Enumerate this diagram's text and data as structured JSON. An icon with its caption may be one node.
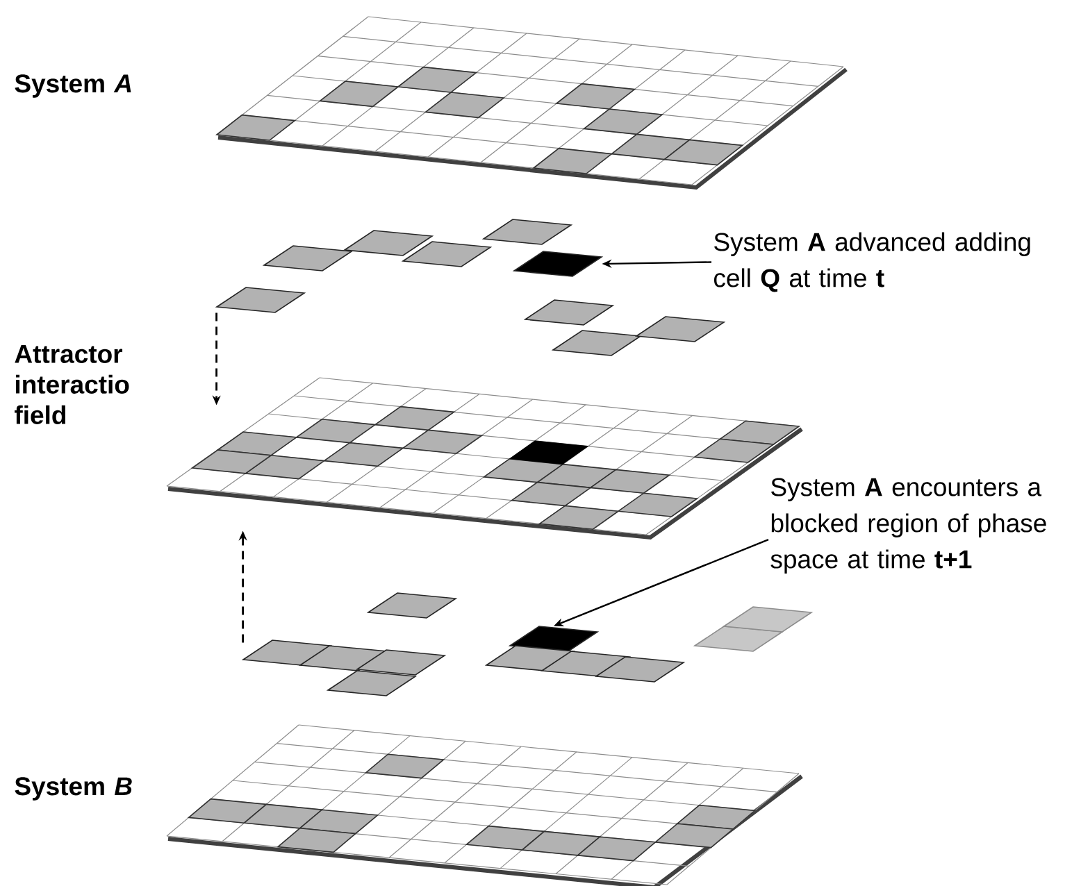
{
  "diagram": {
    "nodes": [
      {
        "text": [],
        "shape": "grid",
        "beside": [
          "System *A*"
        ]
      },
      {
        "text": [],
        "shape": "box"
      },
      {
        "text": [],
        "shape": "box"
      },
      {
        "text": [
          "System **A** advanced adding cell **Q** at time **t**"
        ]
      },
      {
        "text": [],
        "shape": "grid",
        "beside": [
          "Attractor interactio field"
        ]
      },
      {
        "text": [
          "System **A** encounters a blocked region of phase space at time **t+1**"
        ]
      },
      {
        "text": [],
        "shape": "box"
      },
      {
        "text": [],
        "shape": "box"
      },
      {
        "text": [],
        "shape": "grid",
        "beside": [
          "System *B*"
        ]
      }
    ],
    "edges": [
      {
        "from": 1,
        "to": 4,
        "arrow": "to",
        "style": "dashed"
      },
      {
        "from": 6,
        "to": 4,
        "arrow": "to",
        "style": "dashed"
      },
      {
        "from": 3,
        "to": 2,
        "arrow": "to"
      },
      {
        "from": 5,
        "to": 7,
        "arrow": "to"
      }
    ]
  }
}
